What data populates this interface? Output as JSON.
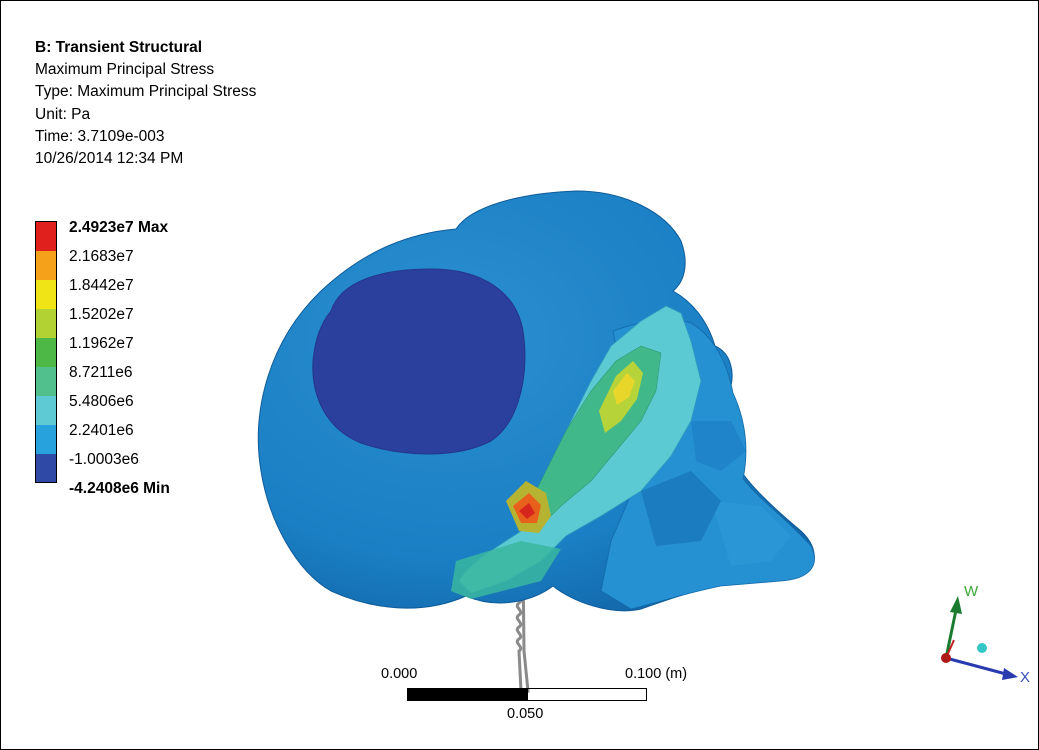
{
  "header": {
    "title": "B: Transient Structural",
    "result_name": "Maximum Principal Stress",
    "type": "Type: Maximum Principal Stress",
    "unit": "Unit: Pa",
    "time": "Time: 3.7109e-003",
    "timestamp": "10/26/2014 12:34 PM"
  },
  "legend": {
    "max_label": "2.4923e7 Max",
    "values": [
      "2.1683e7",
      "1.8442e7",
      "1.5202e7",
      "1.1962e7",
      "8.7211e6",
      "5.4806e6",
      "2.2401e6",
      "-1.0003e6"
    ],
    "min_label": "-4.2408e6 Min",
    "colors": [
      "#e0201c",
      "#f5a21a",
      "#f0e416",
      "#b2d132",
      "#4eb847",
      "#52c08c",
      "#5ecbd4",
      "#28a2dc",
      "#2f4aa6"
    ]
  },
  "scale": {
    "left": "0.000",
    "right": "0.100 (m)",
    "mid": "0.050"
  },
  "triad": {
    "x": "X",
    "w": "W"
  }
}
